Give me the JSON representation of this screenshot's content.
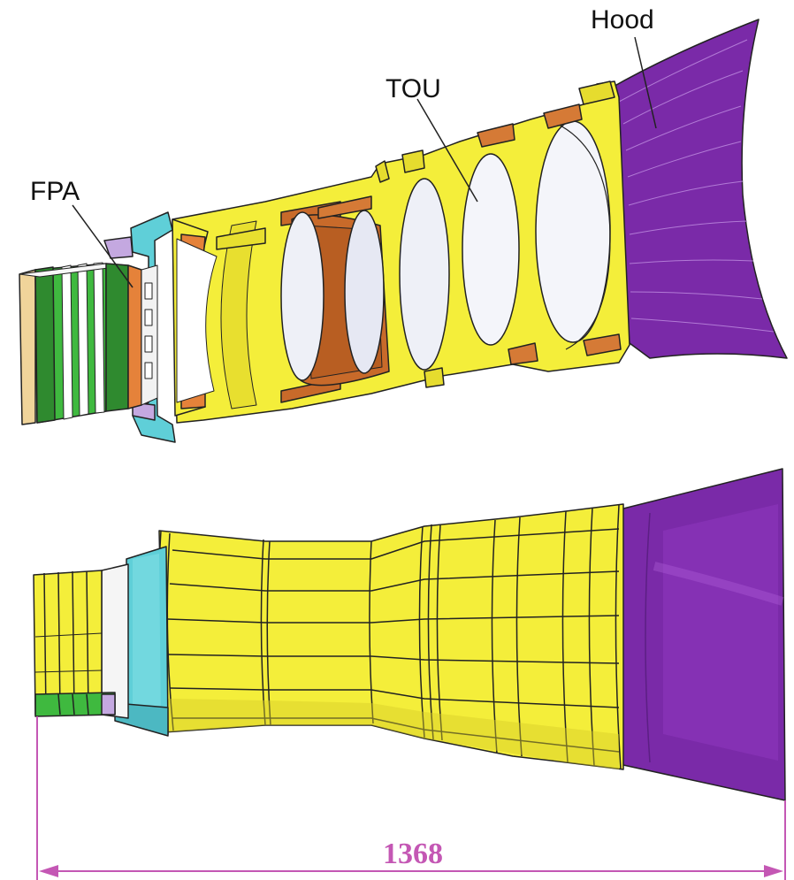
{
  "labels": {
    "hood": "Hood",
    "tou": "TOU",
    "fpa": "FPA"
  },
  "dimension": {
    "value": "1368"
  },
  "colors": {
    "yellow": "#f4ee3a",
    "yellow_dark": "#d7cd2a",
    "purple": "#7a2aa8",
    "purple_light": "#a24cd0",
    "green": "#3fb93f",
    "green_dark": "#2f8a2f",
    "cyan": "#5fcfd8",
    "orange": "#e5823a",
    "copper": "#c86a2a",
    "lens": "#eef0f7",
    "tan": "#f0d49a",
    "dimension": "#c457b4",
    "outline": "#222222"
  }
}
